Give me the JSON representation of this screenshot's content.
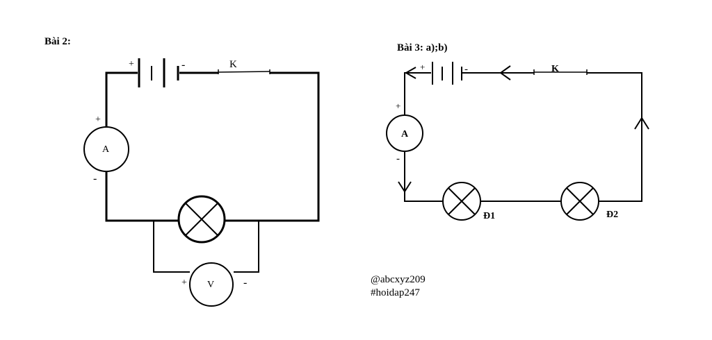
{
  "bai2": {
    "title": "Bài 2:",
    "battery_plus": "+",
    "battery_minus": "-",
    "switch_label": "K",
    "ammeter_label": "A",
    "ammeter_plus": "+",
    "ammeter_minus": "-",
    "voltmeter_label": "V",
    "voltmeter_plus": "+",
    "voltmeter_minus": "-"
  },
  "bai3": {
    "title": "Bài 3: a);b)",
    "battery_plus": "+",
    "battery_minus": "-",
    "switch_label": "K",
    "ammeter_label": "A",
    "ammeter_plus": "+",
    "ammeter_minus": "-",
    "lamp1_label": "Đ1",
    "lamp2_label": "Đ2"
  },
  "watermark": {
    "line1": "@abcxyz209",
    "line2": "#hoidap247"
  },
  "colors": {
    "stroke": "#000000",
    "background": "#ffffff"
  }
}
